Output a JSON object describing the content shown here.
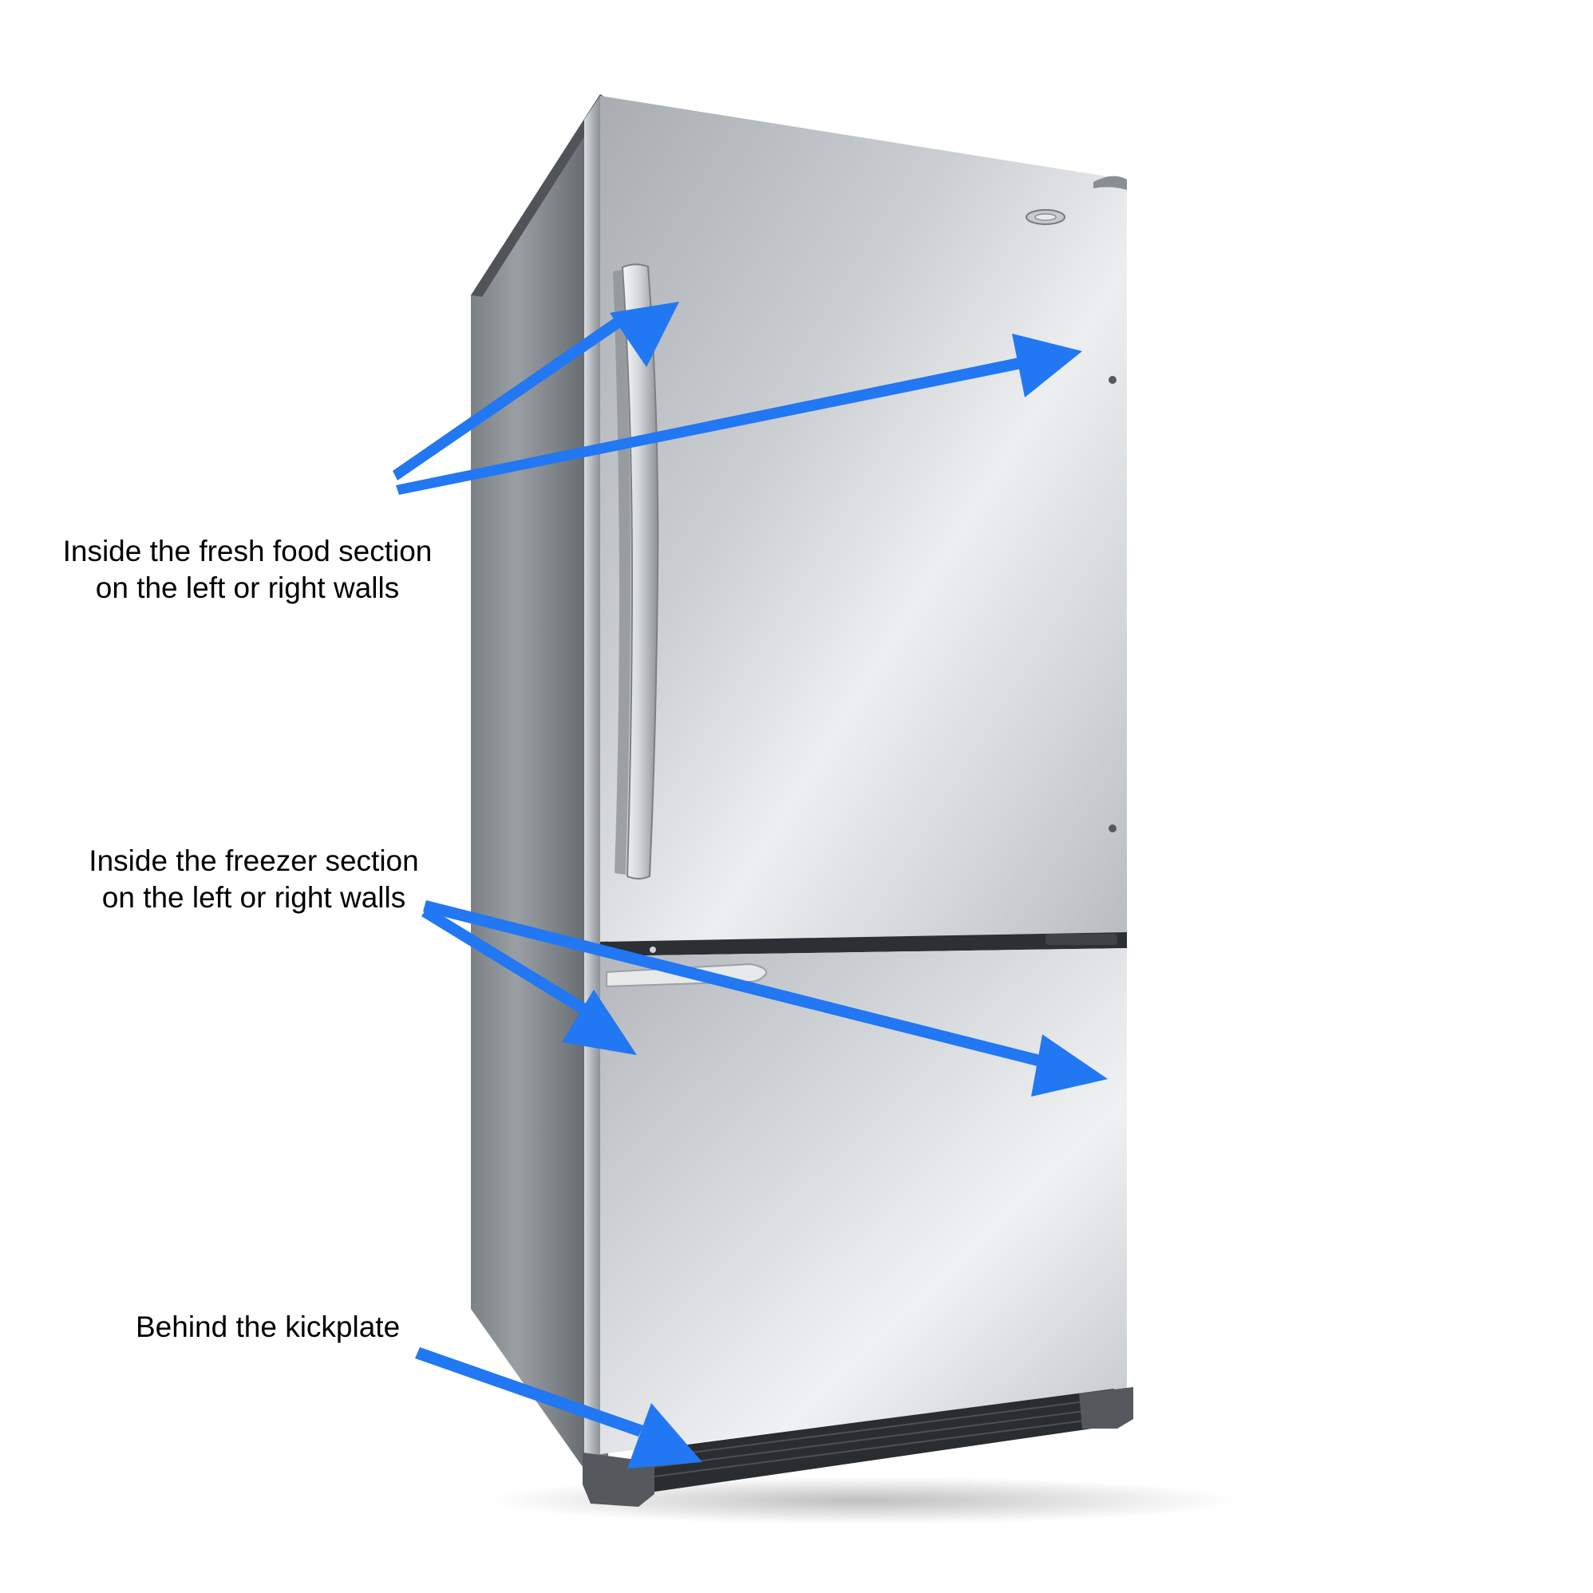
{
  "labels": {
    "fresh_food": {
      "line1": "Inside the fresh food section",
      "line2": "on the left or right walls"
    },
    "freezer": {
      "line1": "Inside the freezer section",
      "line2": "on the left or right walls"
    },
    "kickplate": {
      "line1": "Behind the kickplate"
    }
  },
  "colors": {
    "arrow": "#2277f2",
    "background": "#ffffff",
    "text": "#000000",
    "steel_light": "#e6e8ea",
    "steel_mid": "#b9bdc1",
    "steel_dark": "#6f7479",
    "shadow": "#3a3d40"
  },
  "icons": {
    "arrows": "arrow-icon",
    "logo": "brand-logo-icon"
  }
}
